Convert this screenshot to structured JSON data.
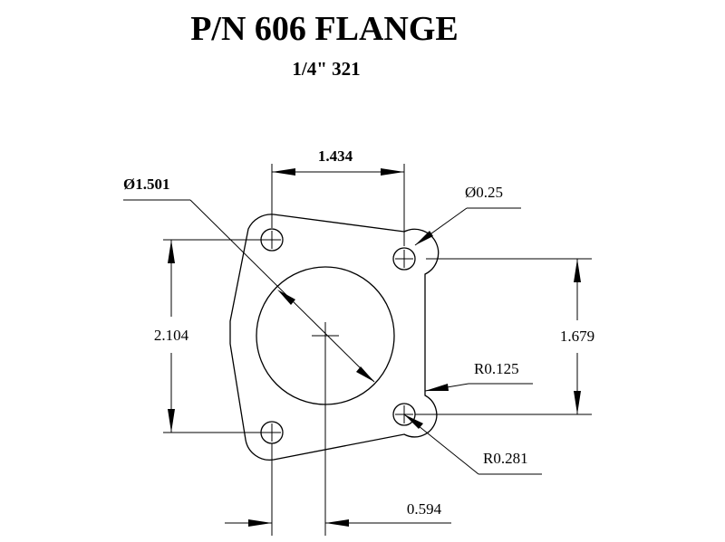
{
  "title": "P/N 606 FLANGE",
  "subtitle": "1/4\" 321",
  "dimensions": {
    "bore_diameter": "Ø1.501",
    "hole_spacing_top": "1.434",
    "hole_diameter": "Ø0.25",
    "height_left": "2.104",
    "height_right": "1.679",
    "inner_radius": "R0.125",
    "outer_radius": "R0.281",
    "offset_bottom": "0.594"
  }
}
